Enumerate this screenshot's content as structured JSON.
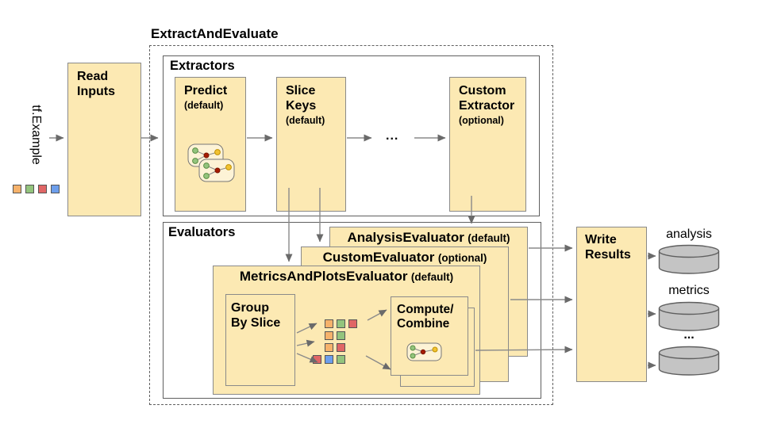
{
  "title": "ExtractAndEvaluate",
  "input": {
    "label": "tf.Example",
    "squares": [
      "orange",
      "green",
      "red",
      "blue"
    ]
  },
  "read_inputs": {
    "label": "Read\nInputs"
  },
  "extractors": {
    "title": "Extractors",
    "predict": {
      "name": "Predict",
      "qualifier": "(default)"
    },
    "slice_keys": {
      "name": "Slice\nKeys",
      "qualifier": "(default)"
    },
    "ellipsis": "...",
    "custom": {
      "name": "Custom\nExtractor",
      "qualifier": "(optional)"
    }
  },
  "evaluators": {
    "title": "Evaluators",
    "analysis": {
      "name": "AnalysisEvaluator",
      "qualifier": "(default)"
    },
    "custom": {
      "name": "CustomEvaluator",
      "qualifier": "(optional)"
    },
    "metrics_plots": {
      "name": "MetricsAndPlotsEvaluator",
      "qualifier": "(default)"
    },
    "group_by_slice": {
      "label": "Group\nBy Slice"
    },
    "slice_rows": [
      [
        "orange",
        "green",
        "red"
      ],
      [
        "orange",
        "green"
      ],
      [
        "orange",
        "red"
      ],
      [
        "red",
        "blue",
        "green"
      ]
    ],
    "compute_combine": {
      "label": "Compute/\nCombine"
    }
  },
  "write_results": {
    "label": "Write\nResults"
  },
  "outputs": [
    {
      "label": "analysis"
    },
    {
      "label": "metrics"
    },
    {
      "label": "..."
    }
  ],
  "colors": {
    "box_fill": "#FCE9B3",
    "box_border": "#8a8a8a",
    "container_border": "#5f5f5f",
    "arrow": "#8a8a8a",
    "arrowhead": "#6a6a6a",
    "cylinder_fill": "#C4C4C4",
    "icon_fill": "#FDF3D6",
    "node_green": "#93C47D",
    "node_red": "#A61C00",
    "node_yellow": "#F1C232",
    "orange": "#F6B26B",
    "green": "#93C47D",
    "red": "#E06666",
    "blue": "#6D9EEB"
  }
}
